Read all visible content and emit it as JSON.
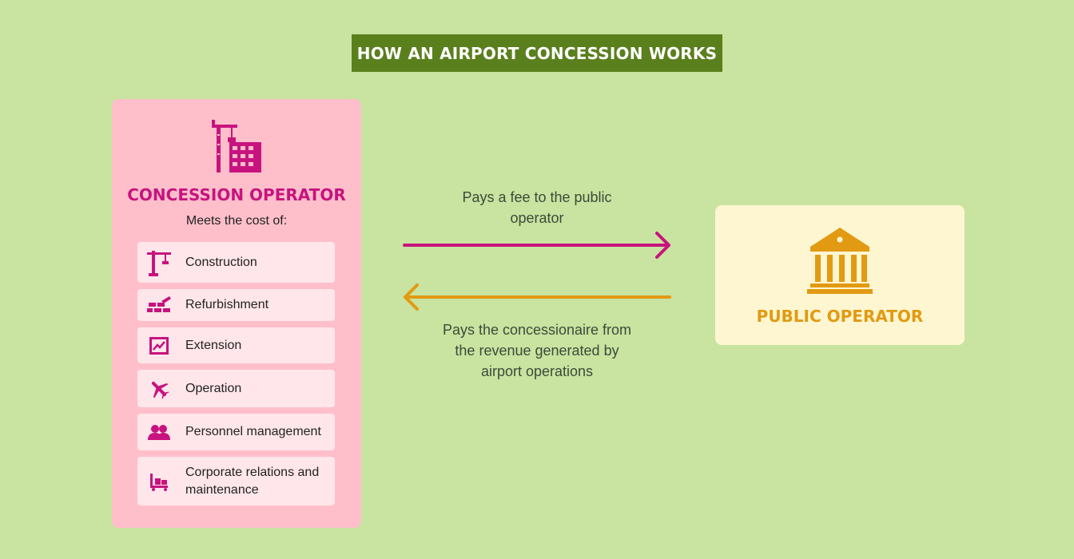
{
  "title": "HOW AN AIRPORT CONCESSION WORKS",
  "concession_operator": {
    "title": "CONCESSION OPERATOR",
    "subtitle": "Meets the cost of:",
    "icon": "construction-crane-icon",
    "items": [
      {
        "label": "Construction",
        "icon": "crane-icon"
      },
      {
        "label": "Refurbishment",
        "icon": "bricks-trowel-icon"
      },
      {
        "label": "Extension",
        "icon": "growth-chart-icon"
      },
      {
        "label": "Operation",
        "icon": "airplane-icon"
      },
      {
        "label": "Personnel management",
        "icon": "people-icon"
      },
      {
        "label": "Corporate relations and maintenance",
        "icon": "luggage-trolley-icon"
      }
    ]
  },
  "flows": {
    "to_public": "Pays a fee to the public operator",
    "to_concession": "Pays the concessionaire from the revenue generated by airport operations"
  },
  "public_operator": {
    "title": "PUBLIC OPERATOR",
    "icon": "government-building-icon"
  },
  "colors": {
    "background": "#c9e3a0",
    "banner": "#5a7f1d",
    "concession_accent": "#c8137f",
    "concession_panel": "#ffbfca",
    "public_accent": "#e29a12",
    "public_panel": "#fdf6d0"
  }
}
